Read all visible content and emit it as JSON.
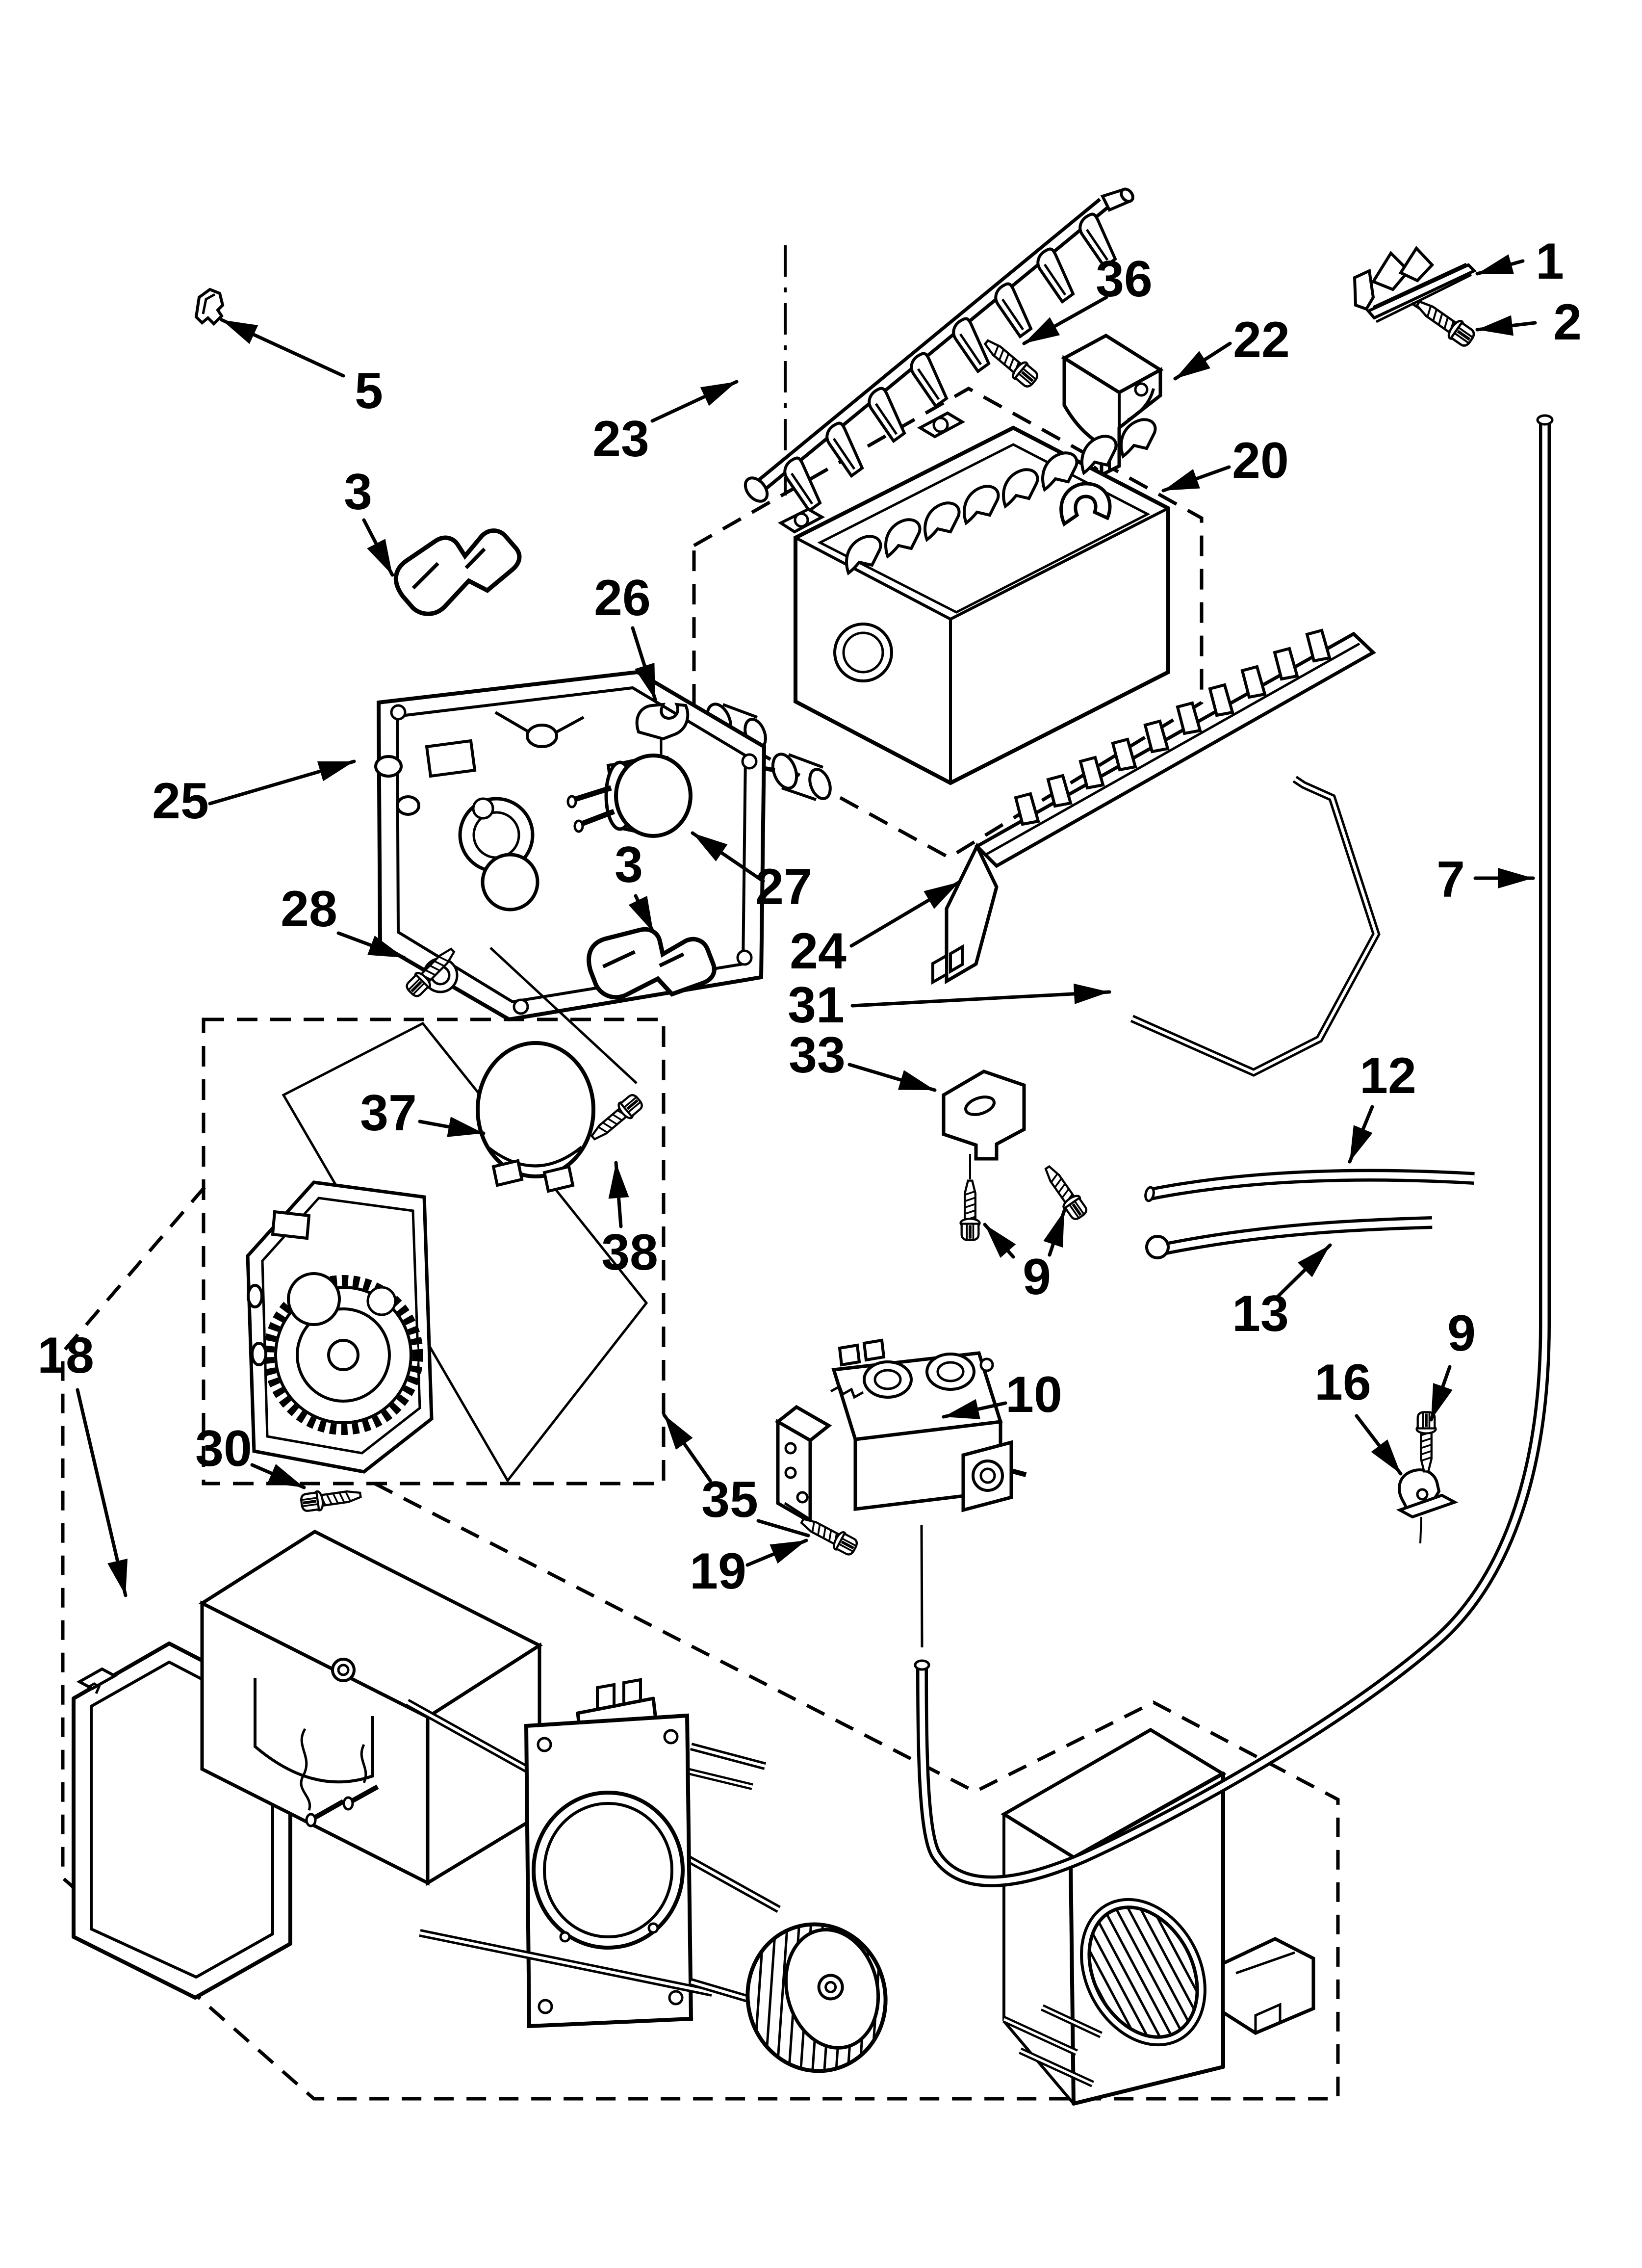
{
  "figure": {
    "kind": "exploded-parts-diagram",
    "colors": {
      "background": "#ffffff",
      "ink": "#000000"
    }
  },
  "callouts": [
    {
      "id": "bracket-top-right",
      "label": "1"
    },
    {
      "id": "screw-top-right",
      "label": "2"
    },
    {
      "id": "clip-top-left",
      "label": "5"
    },
    {
      "id": "auger",
      "label": "23"
    },
    {
      "id": "screw-mold",
      "label": "36"
    },
    {
      "id": "funnel",
      "label": "22"
    },
    {
      "id": "mold-body",
      "label": "20"
    },
    {
      "id": "spring-clip-a",
      "label": "3"
    },
    {
      "id": "small-clip",
      "label": "26"
    },
    {
      "id": "head-module",
      "label": "25"
    },
    {
      "id": "motor-round",
      "label": "27"
    },
    {
      "id": "spring-clip-b",
      "label": "3"
    },
    {
      "id": "screw-head-module",
      "label": "28"
    },
    {
      "id": "ice-stripper",
      "label": "24"
    },
    {
      "id": "shutoff-arm",
      "label": "31"
    },
    {
      "id": "bracket-small",
      "label": "33"
    },
    {
      "id": "water-tube-long",
      "label": "7"
    },
    {
      "id": "tube-upper",
      "label": "12"
    },
    {
      "id": "tube-lower",
      "label": "13"
    },
    {
      "id": "screws-pair",
      "label": "9"
    },
    {
      "id": "module-motor",
      "label": "37"
    },
    {
      "id": "screw-module-motor",
      "label": "38"
    },
    {
      "id": "housing-assembly",
      "label": "18"
    },
    {
      "id": "screw-housing",
      "label": "30"
    },
    {
      "id": "module-box",
      "label": "35"
    },
    {
      "id": "screw-valve",
      "label": "19"
    },
    {
      "id": "water-valve",
      "label": "10"
    },
    {
      "id": "tube-clamp",
      "label": "16"
    },
    {
      "id": "screw-clamp",
      "label": "9"
    }
  ]
}
